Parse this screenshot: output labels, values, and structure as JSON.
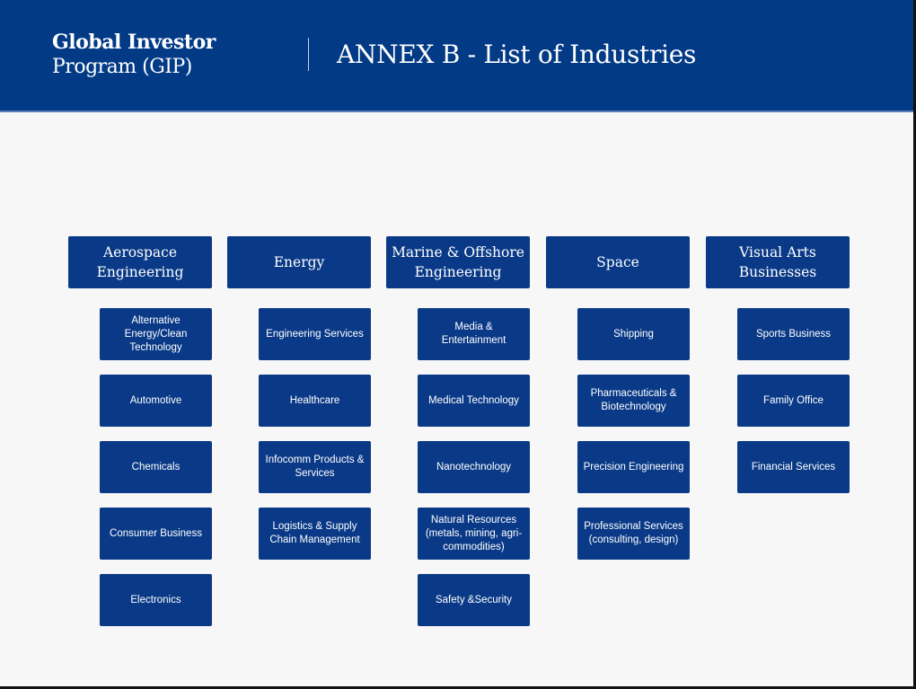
{
  "header": {
    "brand_line1": "Global Investor",
    "brand_line2": "Program (GIP)",
    "title": "ANNEX B - List of Industries"
  },
  "columns": [
    {
      "category": "Aerospace Engineering",
      "items": [
        "Alternative Energy/Clean Technology",
        "Automotive",
        "Chemicals",
        "Consumer Business",
        "Electronics"
      ]
    },
    {
      "category": "Energy",
      "items": [
        "Engineering Services",
        "Healthcare",
        "Infocomm Products & Services",
        "Logistics & Supply Chain Management"
      ]
    },
    {
      "category": "Marine & Offshore Engineering",
      "items": [
        "Media & Entertainment",
        "Medical Technology",
        "Nanotechnology",
        "Natural Resources (metals, mining, agri-commodities)",
        "Safety &Security"
      ]
    },
    {
      "category": "Space",
      "items": [
        "Shipping",
        "Pharmaceuticals & Biotechnology",
        "Precision Engineering",
        "Professional Services (consulting, design)"
      ]
    },
    {
      "category": "Visual Arts Businesses",
      "items": [
        "Sports Business",
        "Family Office",
        "Financial Services"
      ]
    }
  ],
  "colors": {
    "header": "#023a86",
    "box": "#0a3a87",
    "background": "#f7f7f8"
  }
}
